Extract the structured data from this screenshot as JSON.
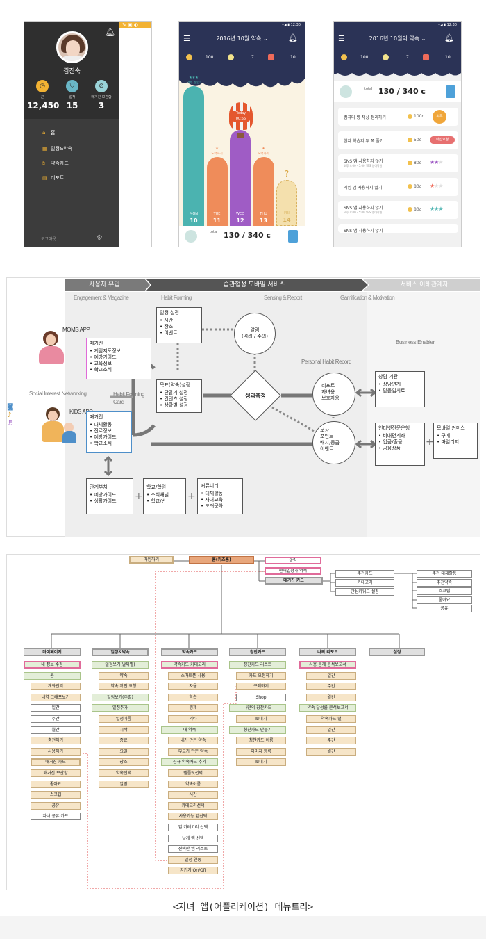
{
  "drawer": {
    "name": "김진숙",
    "stats": [
      {
        "label": "콘",
        "value": "12,450",
        "icon": "clock-icon",
        "color": "#f2b233"
      },
      {
        "label": "업적",
        "value": "15",
        "icon": "shield-icon",
        "color": "#6ab7c7"
      },
      {
        "label": "매거진 보관함",
        "value": "3",
        "icon": "tag-icon",
        "color": "#9ad3d8"
      }
    ],
    "menu": [
      {
        "label": "홈",
        "icon": "home-icon"
      },
      {
        "label": "일정&약속",
        "icon": "calendar-icon"
      },
      {
        "label": "약속카드",
        "icon": "hand-icon"
      },
      {
        "label": "리포트",
        "icon": "document-icon"
      }
    ],
    "logout": "로그아웃"
  },
  "screen2": {
    "time": "12:30",
    "title": "2016년 10월 약속 ⌄",
    "counters": [
      "100",
      "7",
      "10"
    ],
    "bars": [
      {
        "day": "MON",
        "num": "10",
        "value": 1.0,
        "color": "#4bb3b0",
        "tag": "아주 잘함!",
        "stars": "★★★"
      },
      {
        "day": "TUE",
        "num": "11",
        "value": 0.38,
        "color": "#ef8c5a",
        "tag": "노력하기",
        "stars": "★"
      },
      {
        "day": "WED",
        "num": "12",
        "value": 0.62,
        "color": "#9f5cc5",
        "tag": "",
        "stars": ""
      },
      {
        "day": "THU",
        "num": "13",
        "value": 0.38,
        "color": "#ef8c5a",
        "tag": "노력하기",
        "stars": "★"
      },
      {
        "day": "FRI",
        "num": "14",
        "value": 0.18,
        "color": "#f4e0ad",
        "tag": "?",
        "stars": ""
      }
    ],
    "balloon": {
      "label": "Today",
      "time": "00:55"
    },
    "total_label": "total",
    "total": "130 / 340 c"
  },
  "screen3": {
    "time": "12:30",
    "title": "2016년 10월의 약속 ⌄",
    "counters": [
      "100",
      "7",
      "10"
    ],
    "total_label": "total",
    "total": "130 / 340 c",
    "tasks": [
      {
        "name": "컴퓨터 방 책상 정리하기",
        "sub": "",
        "points": "100c",
        "kind": "medal",
        "extra": "획득"
      },
      {
        "name": "한자 학습지 두 쪽 풀기",
        "sub": "",
        "points": "50c",
        "kind": "badge",
        "extra": "확인요청"
      },
      {
        "name": "SNS 앱 사용하지 않기",
        "sub": "오후 4:00 - 5:00 YES 영어학원",
        "points": "80c",
        "kind": "stars",
        "extra": "★★★",
        "filled": 2,
        "color": "#9f5cc5"
      },
      {
        "name": "게임 앱 사용하지 않기",
        "sub": "",
        "points": "80c",
        "kind": "stars",
        "extra": "★★★",
        "filled": 1,
        "color": "#ef6b5a"
      },
      {
        "name": "SNS 앱 사용하지 않기",
        "sub": "오후 4:00 - 5:00 YES 영어학원",
        "points": "80c",
        "kind": "stars",
        "extra": "★★★",
        "filled": 3,
        "color": "#4bb3b0"
      },
      {
        "name": "SNS 앱 사용하지 않기",
        "sub": "",
        "points": "",
        "kind": "cut",
        "extra": ""
      }
    ]
  },
  "service": {
    "headers": [
      "사용자 유입",
      "습관형성 모바일 서비스",
      "서비스 이해관계자"
    ],
    "groups": [
      "Engagement & Magazine",
      "Habit Forming",
      "Sensing & Report",
      "Gamification & Motivation",
      "Business Enabler",
      "Personal Habit Record",
      "Social Interest Networking",
      "Habit Forming Card"
    ],
    "moms": "MOMS APP",
    "kids": "KIDS APP",
    "mag1": {
      "title": "매거진",
      "items": [
        "게임지도정보",
        "예방가이드",
        "교육정보",
        "학교소식"
      ]
    },
    "mag2": {
      "title": "매거진",
      "items": [
        "대체활동",
        "진로정보",
        "예방가이드",
        "학교소식"
      ]
    },
    "schedule": {
      "title": "일정 설정",
      "items": [
        "시간",
        "장소",
        "이벤트"
      ]
    },
    "goal": {
      "title": "목표(약속)설정",
      "items": [
        "단말기 설정",
        "컨텐츠 설정",
        "상황별 설정"
      ]
    },
    "alarm": {
      "line1": "알림",
      "line2": "(격려 / 주의)"
    },
    "measure": "성과측정",
    "report": {
      "title": "리포트",
      "items": [
        "자녀용",
        "보호자용"
      ]
    },
    "reward": {
      "title": "보상",
      "items": [
        "포인트",
        "배지,등급",
        "이벤트"
      ]
    },
    "counsel": {
      "title": "상담 기관",
      "items": [
        "상담연계",
        "탈몰입치료"
      ]
    },
    "bank": {
      "title": "인터넷전문은행",
      "items": [
        "비대면계좌",
        "입금/출금",
        "금융상품"
      ]
    },
    "commerce": {
      "title": "모바일 커머스",
      "items": [
        "구매",
        "마일리지"
      ]
    },
    "gov": {
      "title": "관계부처",
      "items": [
        "예방가이드",
        "생활가이드"
      ]
    },
    "school": {
      "title": "학교/학원",
      "items": [
        "소식채널",
        "학교/반"
      ]
    },
    "community": {
      "title": "커뮤니티",
      "items": [
        "대체활동",
        "자녀교육",
        "또래문화"
      ]
    }
  },
  "tree": {
    "top": {
      "join": "가입하기",
      "home": "홈(키즈홈)",
      "alarm": "알림",
      "current": "현재일정과 약속",
      "magazine": "매거진 카드"
    },
    "magazine_children": [
      "추천카드",
      "카테고리",
      "관심키워드 설정"
    ],
    "recommend_children": [
      "추천 대체활동",
      "추천약속",
      "스크랩",
      "좋아요",
      "공유"
    ],
    "columns": [
      {
        "title": "마이페이지",
        "items": [
          "내 정보 수정",
          "콘",
          "계좌관리",
          "내역 그래프보기",
          "일간",
          "주간",
          "월간",
          "충전하기",
          "사용하기",
          "매거진 카드",
          "매거진 보관함",
          "좋아요",
          "스크랩",
          "공유",
          "자녀 공유 카드"
        ]
      },
      {
        "title": "일정&약속",
        "items": [
          "일정보기(날짜별)",
          "약속",
          "약속 확인 요청",
          "일정보기(주별)",
          "일정추가",
          "일정이름",
          "시작",
          "종료",
          "요일",
          "장소",
          "약속선택",
          "알림"
        ]
      },
      {
        "title": "약속카드",
        "items": [
          "약속카드 카테고리",
          "스마트폰 사용",
          "자율",
          "학습",
          "경제",
          "기타",
          "내 약속",
          "내가 만든 약속",
          "부모가 만든 약속",
          "신규 약속카드 추가",
          "템플릿선택",
          "약속이름",
          "시간",
          "카테고리선택",
          "사용가능 앱선택",
          "앱 카테고리 선택",
          "낱개 앱 선택",
          "선택한 앱 리스트",
          "일정 연동",
          "지키기 On/Off"
        ]
      },
      {
        "title": "칭찬카드",
        "items": [
          "칭찬카드 리스트",
          "카드 요청하기",
          "구매하기",
          "Shop",
          "나만의 칭찬카드",
          "보내기",
          "칭찬카드 만들기",
          "칭찬카드 이름",
          "이미지 등록",
          "보내기"
        ]
      },
      {
        "title": "나의 리포트",
        "items": [
          "사용 통계 분석보고서",
          "일간",
          "주간",
          "월간",
          "약속 달성률 분석보고서",
          "약속카드 별",
          "일간",
          "주간",
          "월간"
        ]
      },
      {
        "title": "설정",
        "items": []
      }
    ],
    "caption": "<자녀 앱(어플리케이션) 메뉴트리>"
  }
}
